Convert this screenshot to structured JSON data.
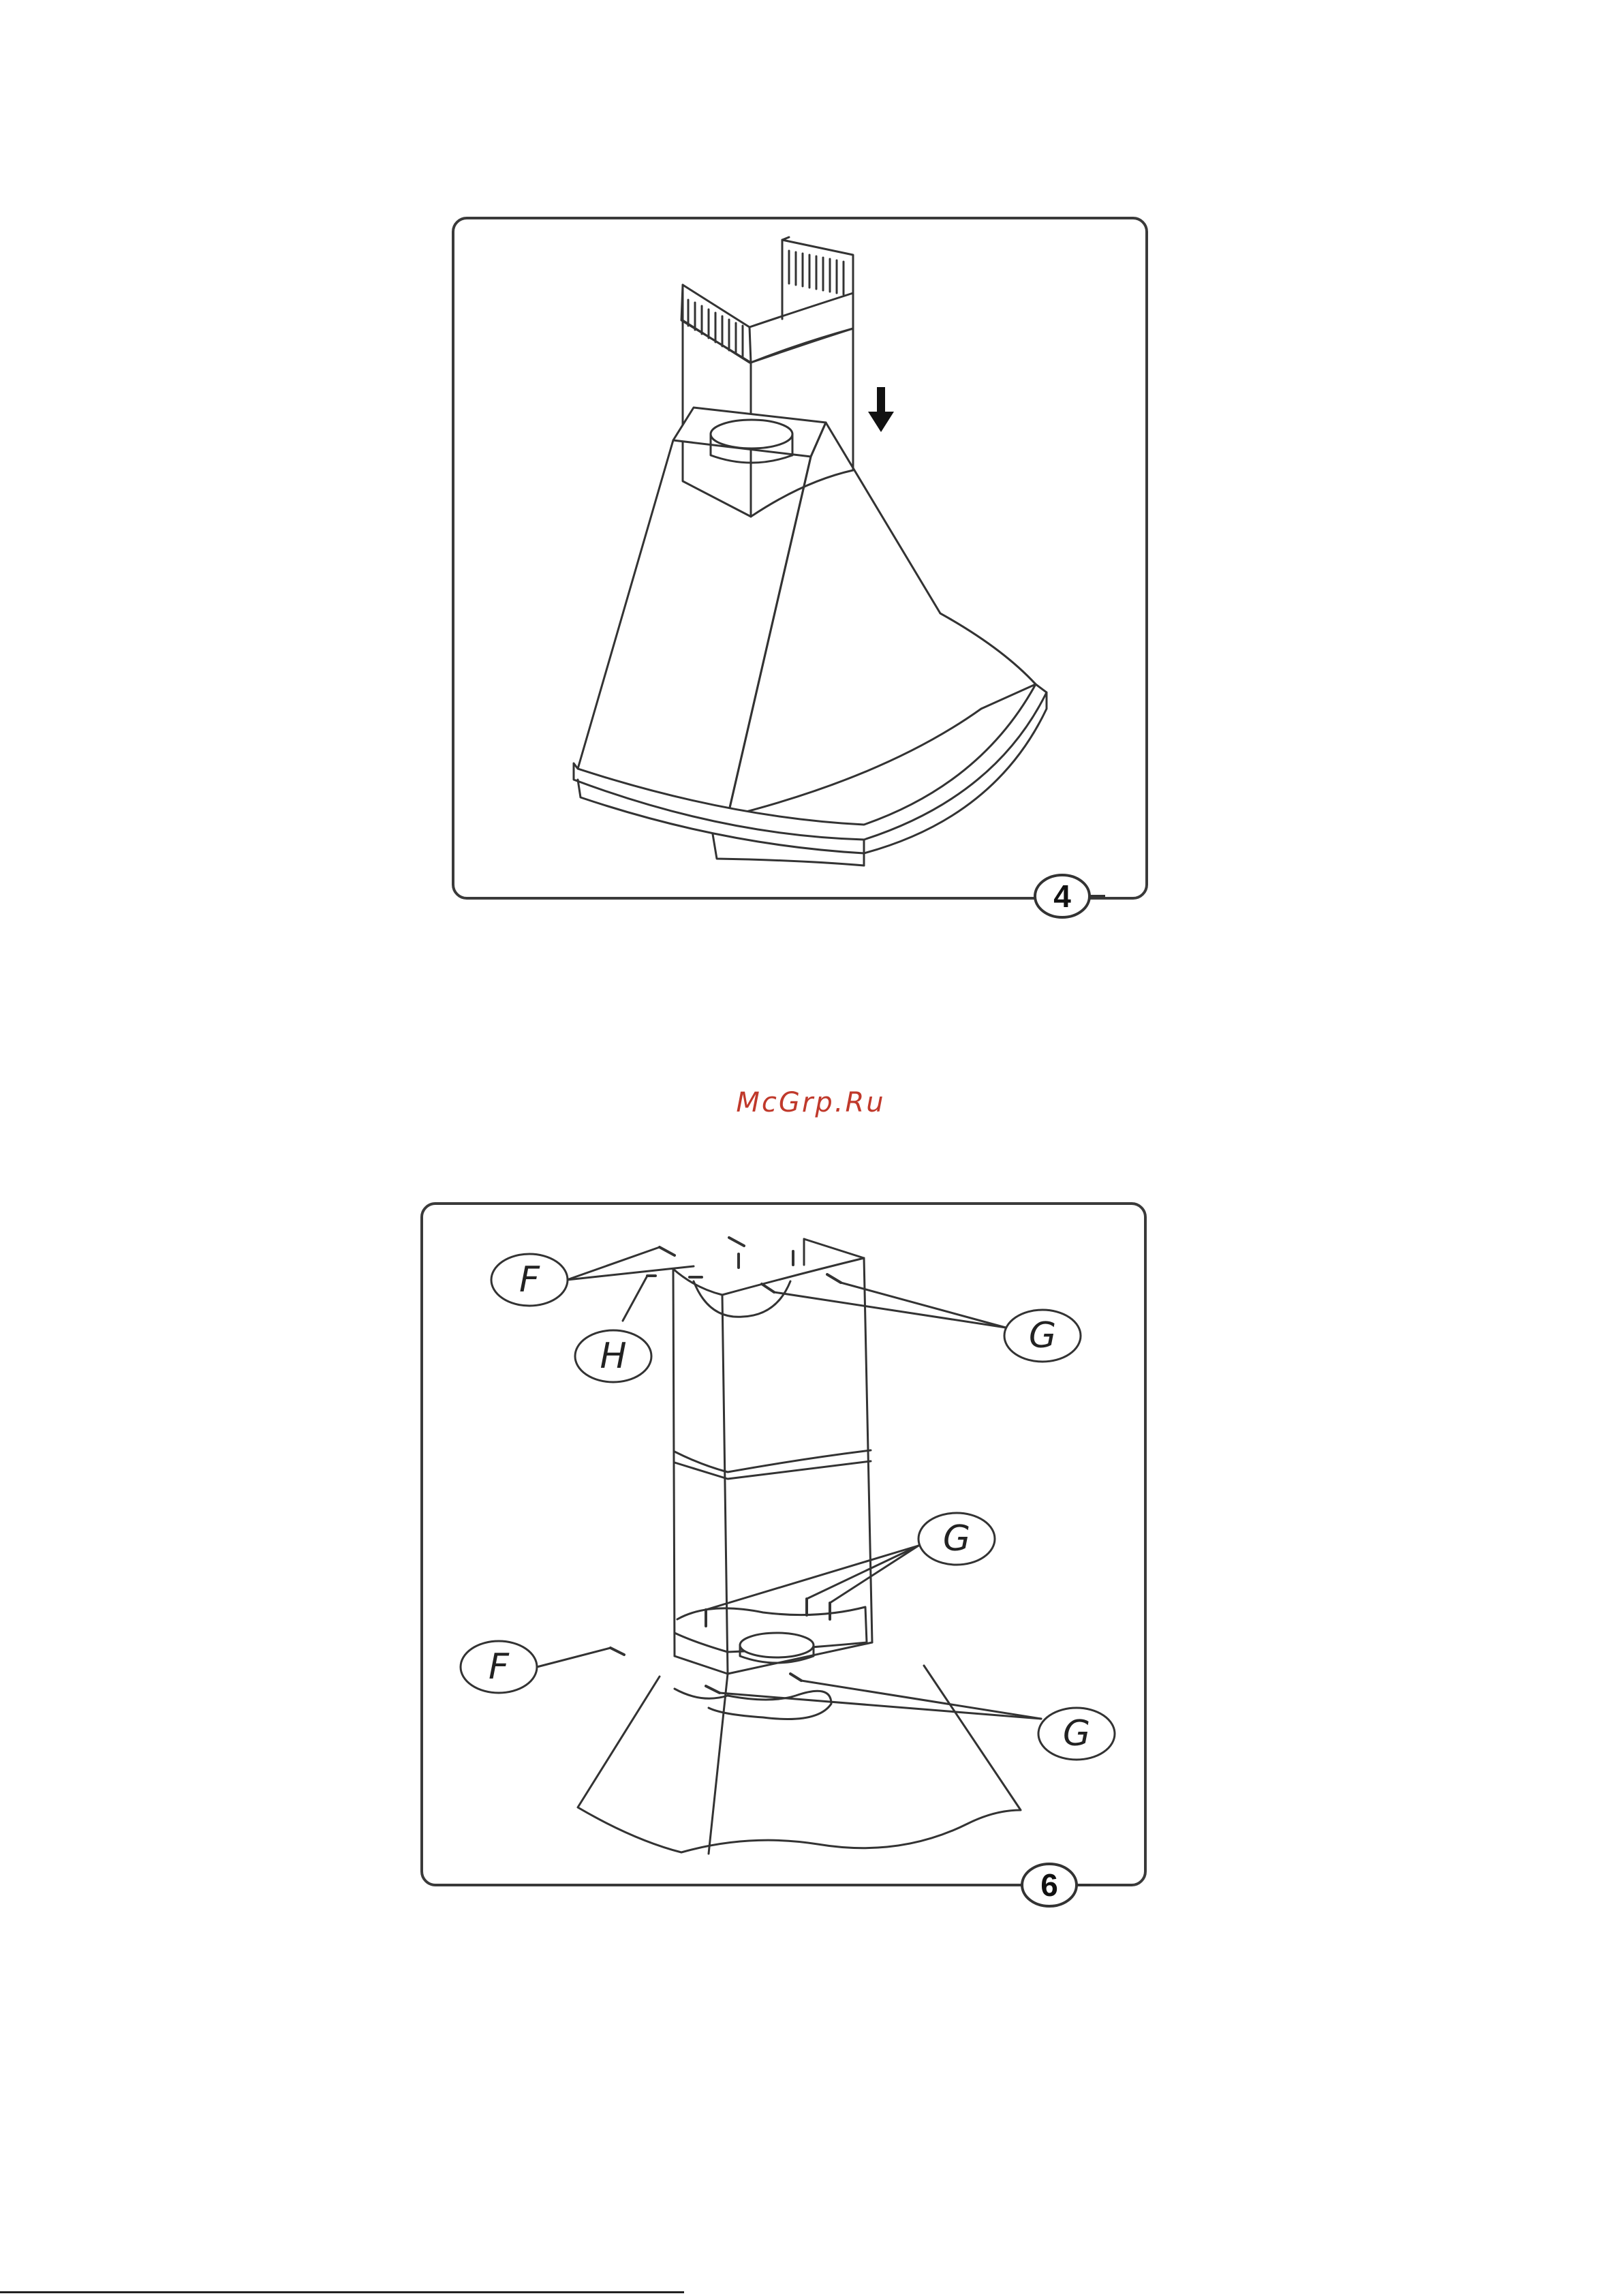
{
  "page": {
    "watermark": "McGrp.Ru"
  },
  "figures": [
    {
      "number": "4",
      "description_icon": "down-arrow-icon"
    },
    {
      "number": "6",
      "callouts": {
        "f_top": "F",
        "h": "H",
        "g_top": "G",
        "g_middle": "G",
        "f_bottom": "F",
        "g_bottom": "G"
      }
    }
  ]
}
